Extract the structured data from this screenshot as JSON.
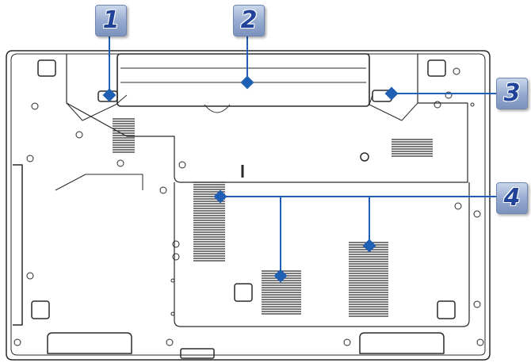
{
  "callouts": [
    {
      "number": "1",
      "target": "battery-lock"
    },
    {
      "number": "2",
      "target": "battery"
    },
    {
      "number": "3",
      "target": "battery-release"
    },
    {
      "number": "4",
      "target": "vents"
    }
  ],
  "colors": {
    "outline": "#2a2a2a",
    "fill": "#ffffff",
    "leader": "#1f5fb4",
    "badge": "#94a9cf",
    "badge_text": "#21449a"
  }
}
